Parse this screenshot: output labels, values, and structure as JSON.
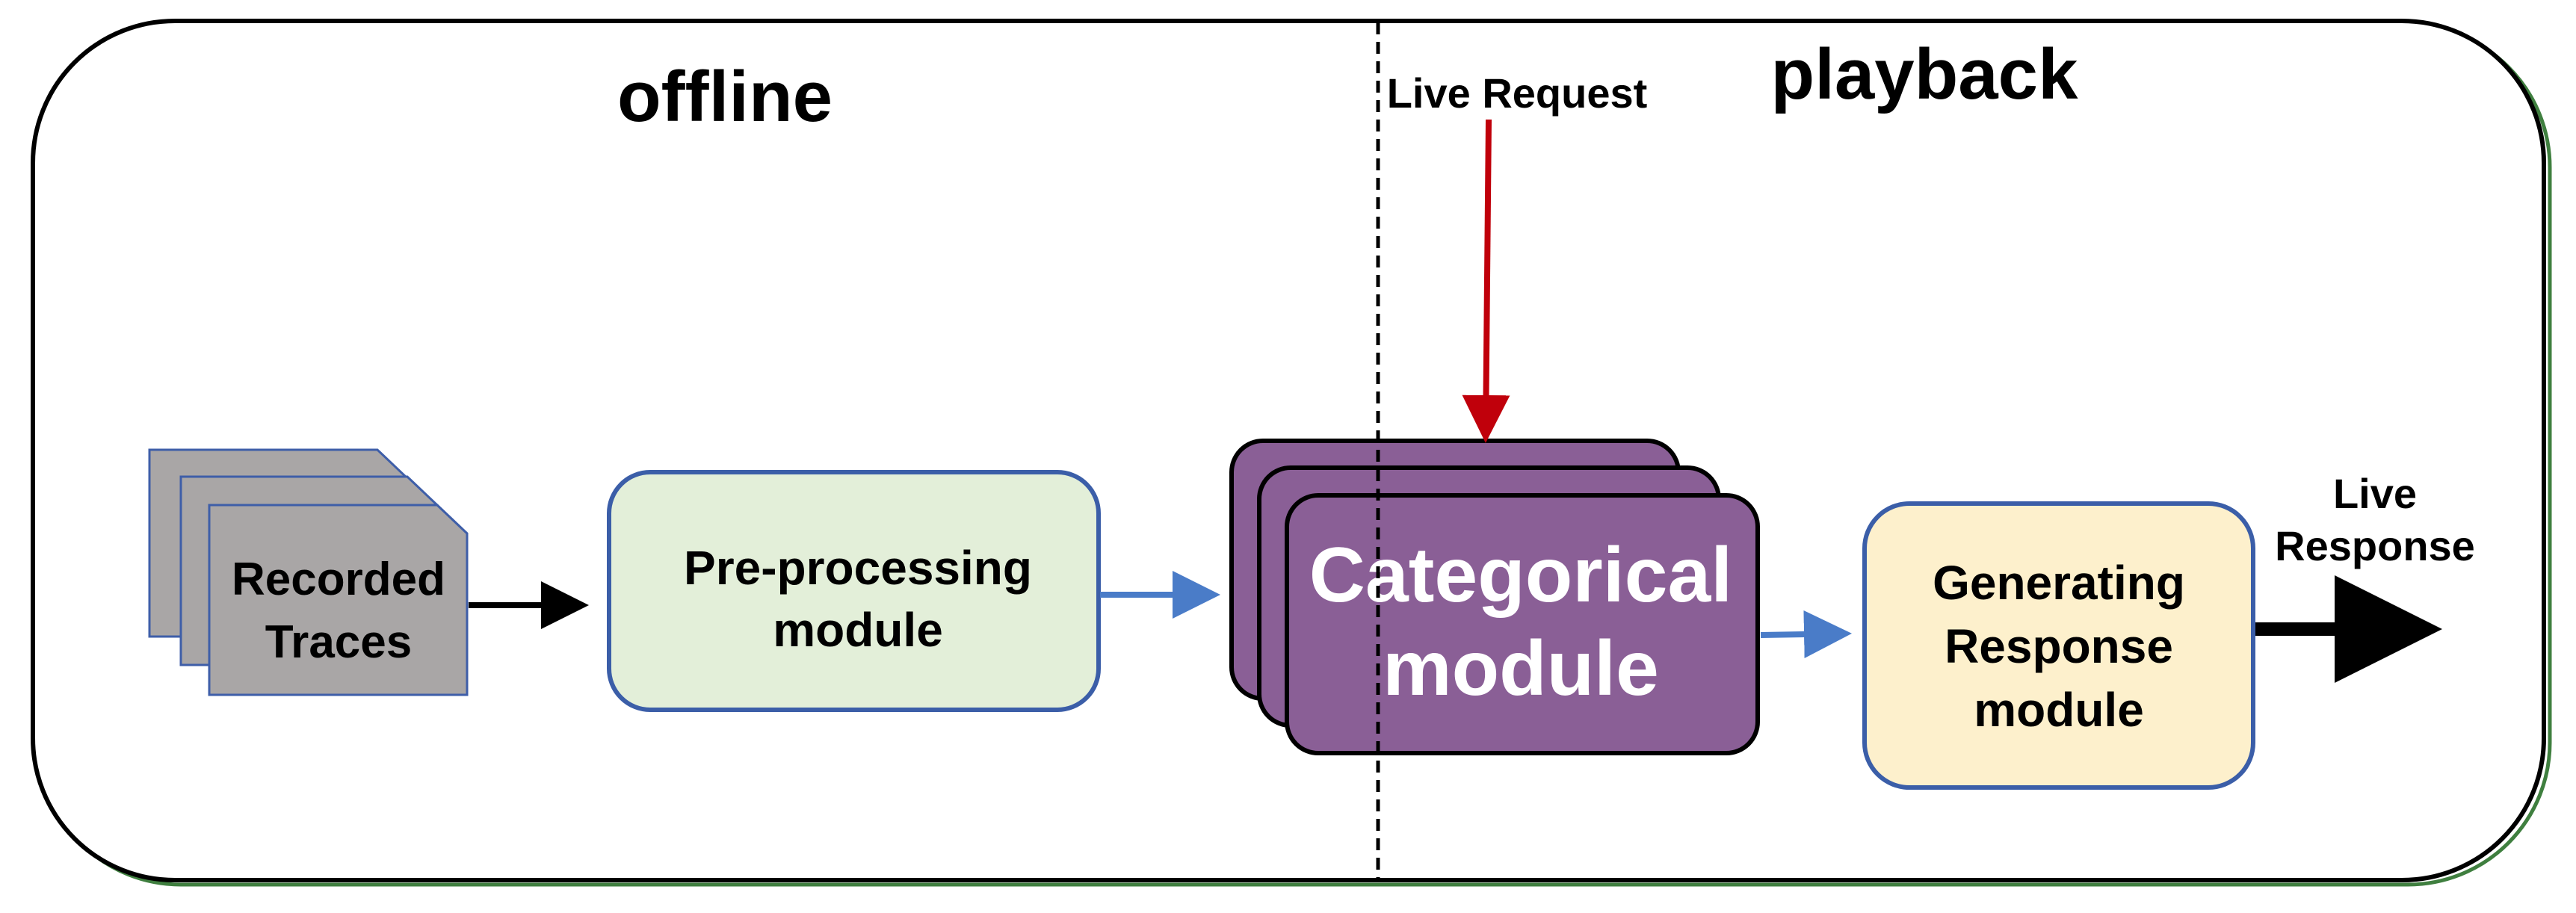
{
  "sections": {
    "offline": "offline",
    "playback": "playback"
  },
  "inputs": {
    "live_request": "Live Request",
    "live_response_line1": "Live",
    "live_response_line2": "Response"
  },
  "nodes": {
    "recorded_traces": {
      "line1": "Recorded",
      "line2": "Traces"
    },
    "preprocessing": {
      "line1": "Pre-processing",
      "line2": "module"
    },
    "categorical": {
      "line1": "Categorical",
      "line2": "module"
    },
    "generating": {
      "line1": "Generating",
      "line2": "Response",
      "line3": "module"
    }
  },
  "colors": {
    "frame": "#000000",
    "frame_shadow": "#3f7f3f",
    "doc_fill": "#a9a6a6",
    "doc_stroke": "#3e5ea8",
    "preprocessing_fill": "#e3efd9",
    "module_stroke": "#3b5ea8",
    "categorical_fill": "#8a5f96",
    "generating_fill": "#fdf0cc",
    "blue_arrow": "#4a7cc8",
    "red_arrow": "#c0000b",
    "black_arrow": "#000000"
  }
}
